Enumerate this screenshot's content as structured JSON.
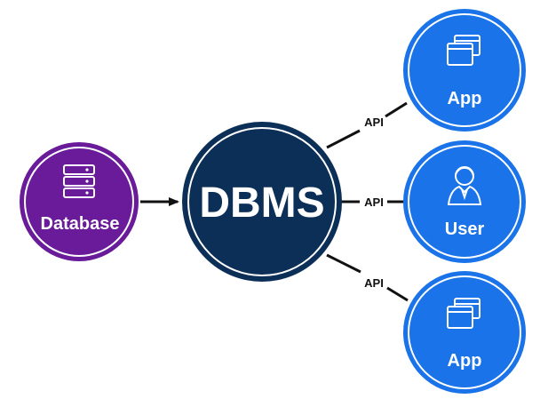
{
  "nodes": {
    "database": {
      "label": "Database",
      "color": "#6a1b9a",
      "icon": "server-stack-icon"
    },
    "dbms": {
      "label": "DBMS",
      "color": "#0c2f57",
      "icon": ""
    },
    "app_top": {
      "label": "App",
      "color": "#1a73e8",
      "icon": "windows-icon"
    },
    "user": {
      "label": "User",
      "color": "#1a73e8",
      "icon": "user-icon"
    },
    "app_bottom": {
      "label": "App",
      "color": "#1a73e8",
      "icon": "windows-icon"
    }
  },
  "edges": {
    "api_top": {
      "label": "API"
    },
    "api_middle": {
      "label": "API"
    },
    "api_bottom": {
      "label": "API"
    }
  }
}
